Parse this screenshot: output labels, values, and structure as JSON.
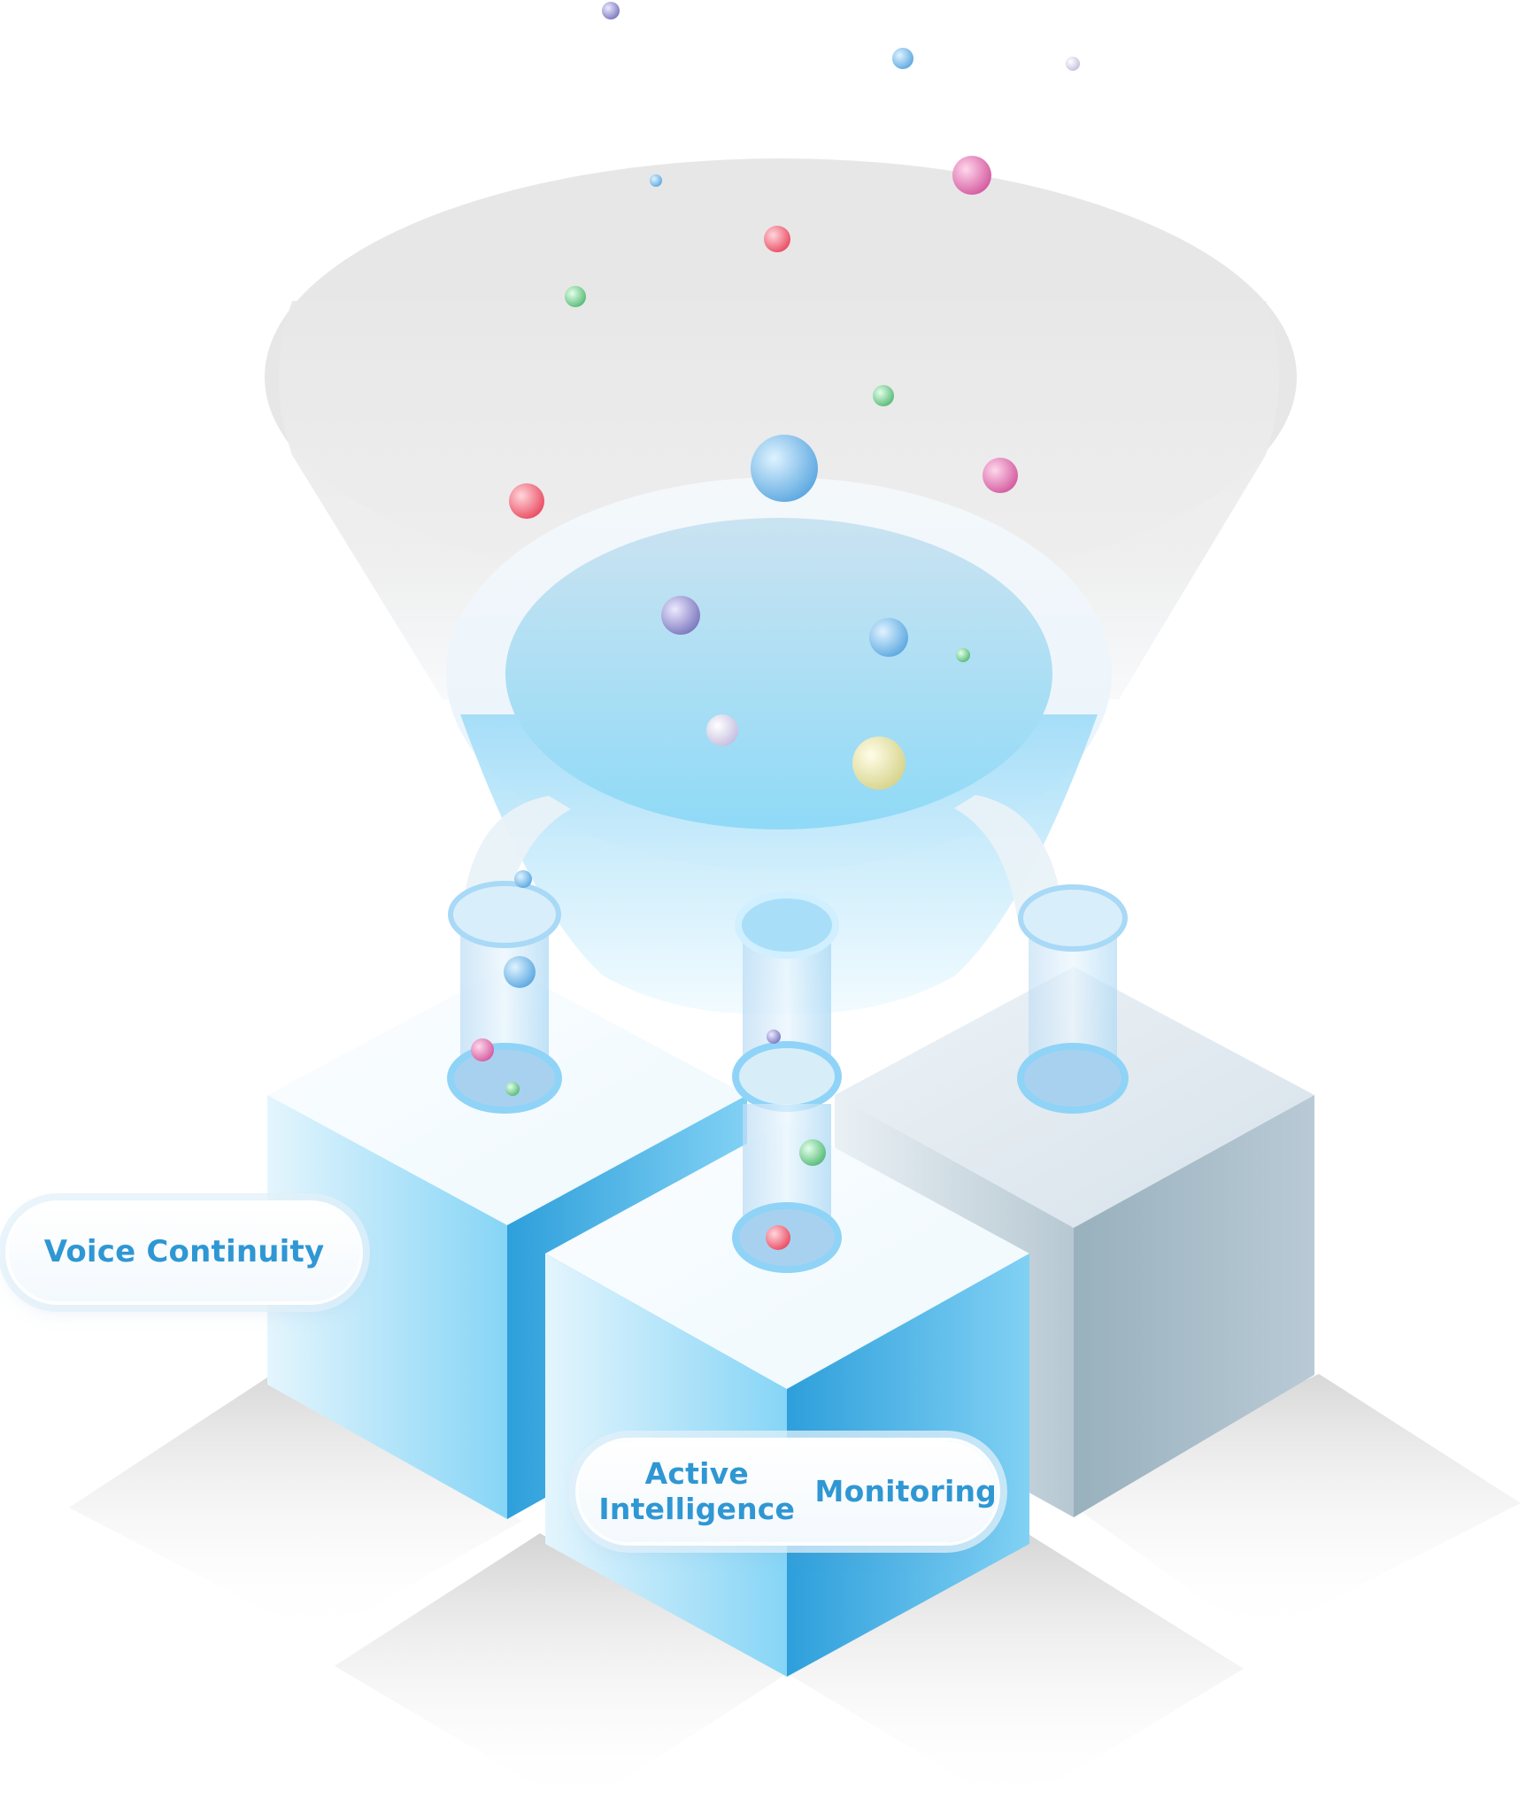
{
  "labels": {
    "voice_continuity": "Voice Continuity",
    "active_intelligence_line1": "Active Intelligence",
    "active_intelligence_line2": "Monitoring"
  },
  "colors": {
    "label_text": "#2f97d3",
    "cube_blue_light": "#dff2fd",
    "cube_blue": "#7fcff3",
    "cube_blue_dark": "#2f9fda",
    "cube_gray_light": "#dde7ee",
    "cube_gray": "#b7c7d2",
    "cube_gray_dark": "#8fa8b4",
    "particle_blue": "#5ea9e1",
    "particle_purple": "#7d79bf",
    "particle_pink": "#d45ca0",
    "particle_red": "#ea4d63",
    "particle_green": "#59bb79",
    "particle_yellow": "#d7d48d",
    "particle_lavender": "#c6bfdf"
  }
}
